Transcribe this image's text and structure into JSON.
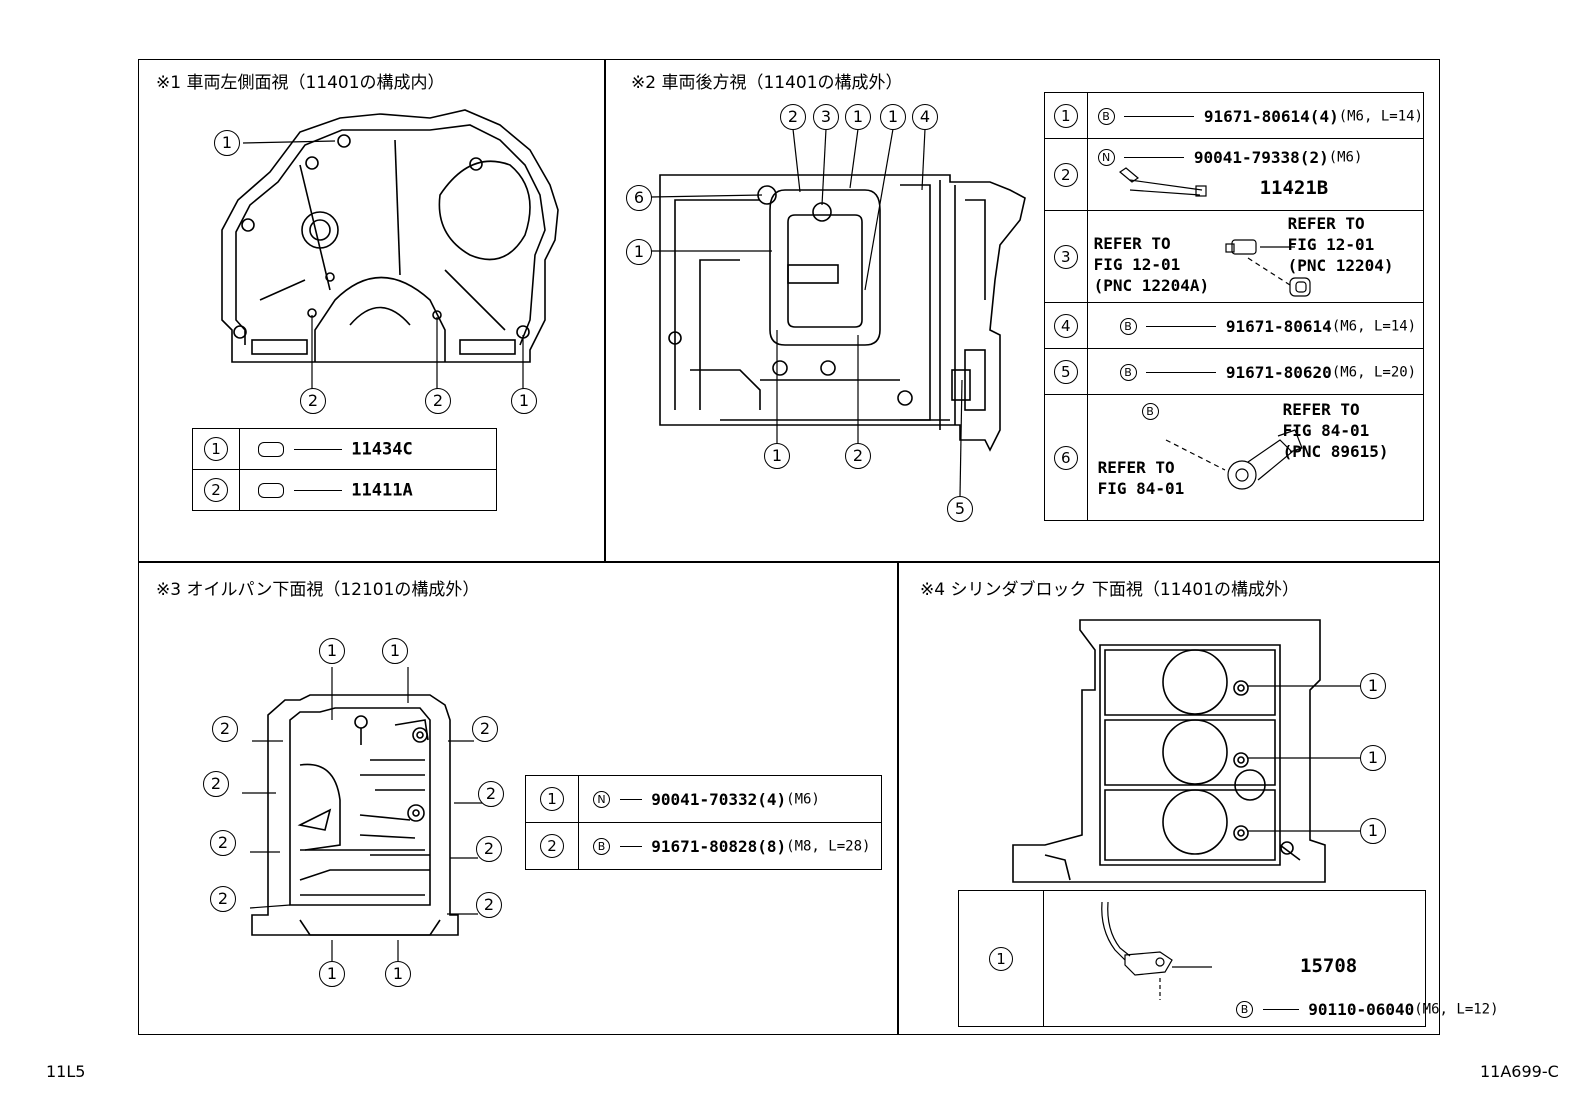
{
  "panels": {
    "p1": {
      "title": "※1 車両左側面視（11401の構成内）",
      "rows": [
        {
          "no": "1",
          "part": "11434C"
        },
        {
          "no": "2",
          "part": "11411A"
        }
      ]
    },
    "p2": {
      "title": "※2 車両後方視（11401の構成外）",
      "rows": [
        {
          "no": "1",
          "sym": "B",
          "part": "91671-80614(4)",
          "spec": "(M6, L=14)"
        },
        {
          "no": "2",
          "sym": "N",
          "part": "90041-79338(2)",
          "spec": "(M6)",
          "sub": "11421B"
        },
        {
          "no": "3",
          "ref_left": [
            "REFER TO",
            "FIG 12-01",
            "(PNC 12204A)"
          ],
          "ref_right": [
            "REFER TO",
            "FIG 12-01",
            "(PNC 12204)"
          ]
        },
        {
          "no": "4",
          "sym": "B",
          "part": "91671-80614",
          "spec": "(M6, L=14)"
        },
        {
          "no": "5",
          "sym": "B",
          "part": "91671-80620",
          "spec": "(M6, L=20)"
        },
        {
          "no": "6",
          "sym": "B",
          "ref_left": [
            "REFER TO",
            "FIG 84-01"
          ],
          "ref_right": [
            "REFER TO",
            "FIG 84-01",
            "(PNC 89615)"
          ]
        }
      ]
    },
    "p3": {
      "title": "※3 オイルパン下面視（12101の構成外）",
      "rows": [
        {
          "no": "1",
          "sym": "N",
          "part": "90041-70332(4)",
          "spec": "(M6)"
        },
        {
          "no": "2",
          "sym": "B",
          "part": "91671-80828(8)",
          "spec": "(M8, L=28)"
        }
      ]
    },
    "p4": {
      "title": "※4 シリンダブロック 下面視（11401の構成外）",
      "rows": [
        {
          "no": "1",
          "part": "15708",
          "sym": "B",
          "part2": "90110-06040",
          "spec": "(M6, L=12)"
        }
      ]
    }
  },
  "footer": {
    "left": "11L5",
    "right": "11A699-C"
  }
}
